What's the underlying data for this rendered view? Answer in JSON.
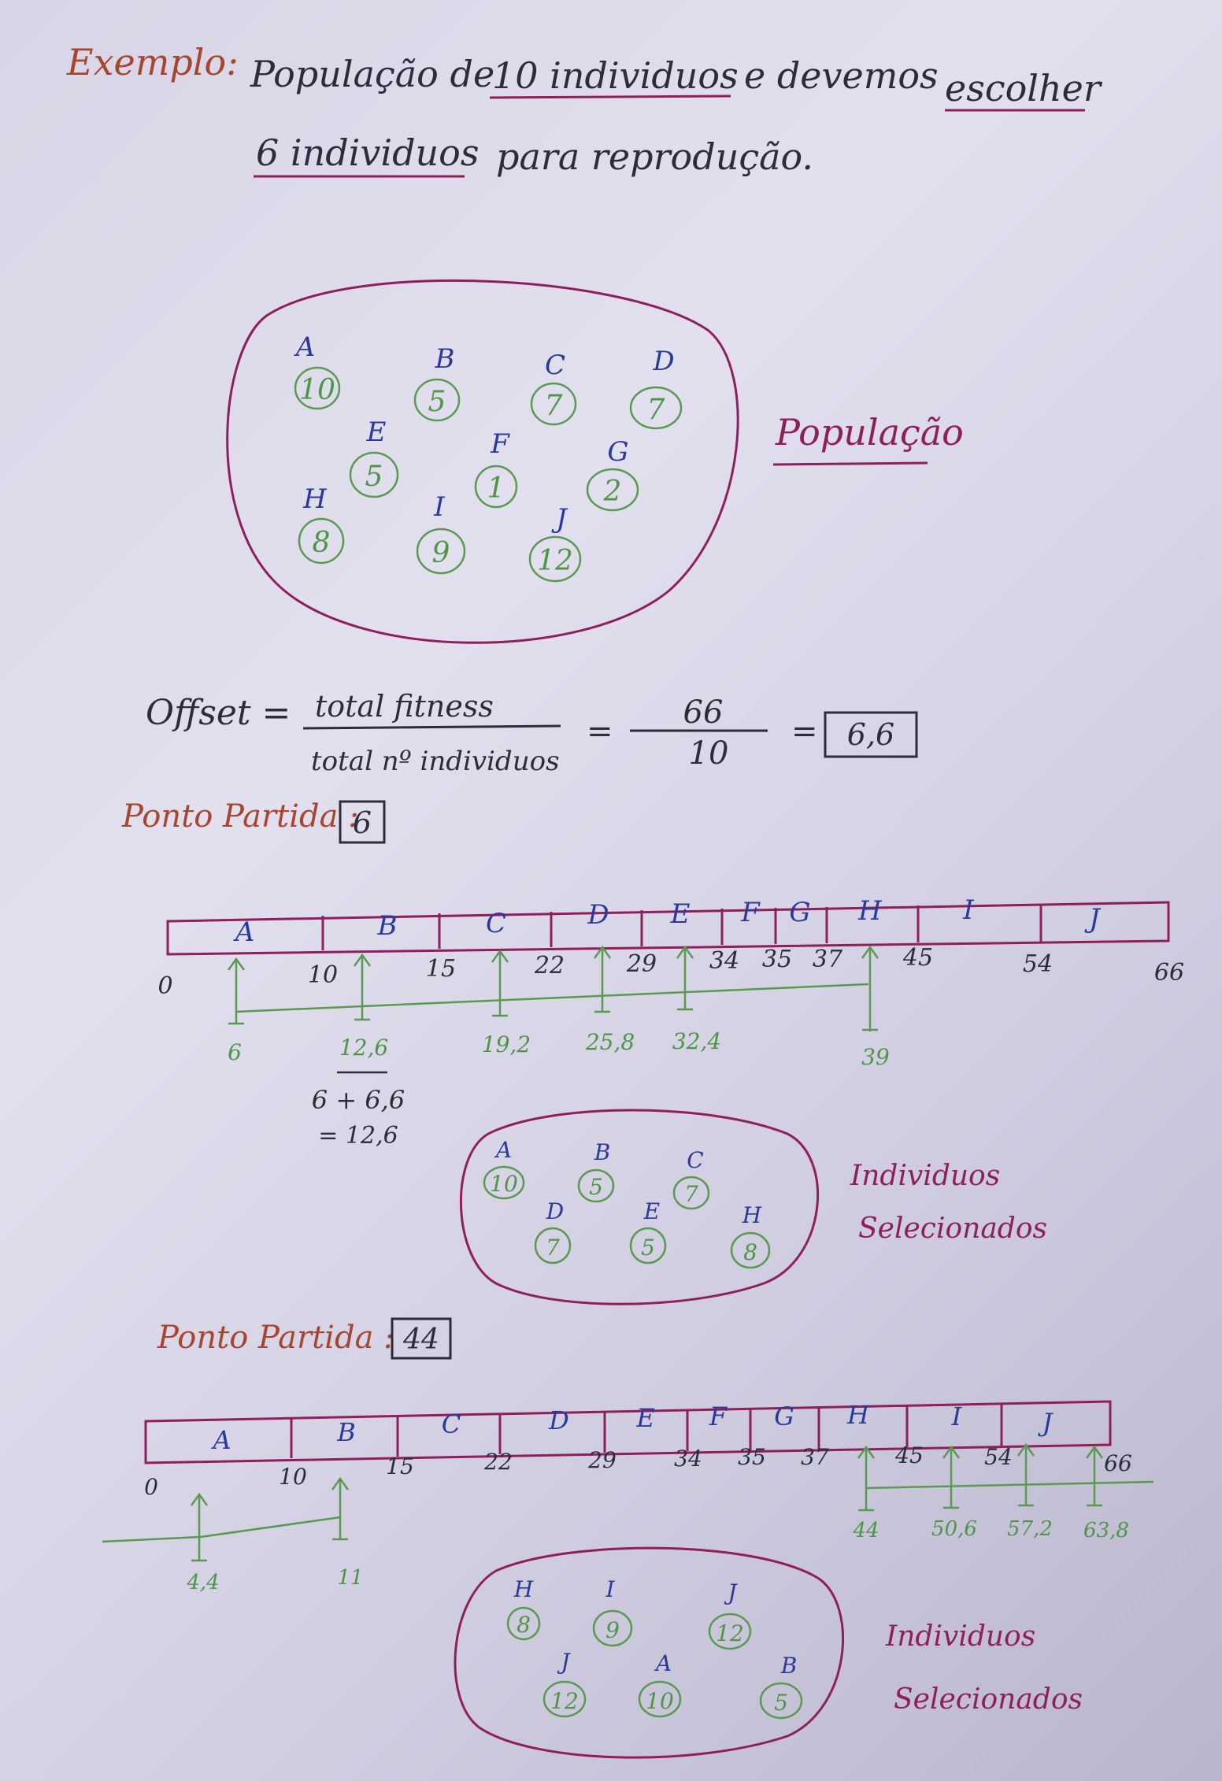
{
  "example": {
    "label": "Exemplo:",
    "line1_prefix": "População de",
    "line1_u1": "10 individuos",
    "line1_mid": "e devemos",
    "line1_u2": "escolher",
    "line2_u": "6 individuos",
    "line2_suffix": "para reprodução."
  },
  "population": {
    "label": "População",
    "members": [
      {
        "id": "A",
        "fitness": "10"
      },
      {
        "id": "B",
        "fitness": "5"
      },
      {
        "id": "C",
        "fitness": "7"
      },
      {
        "id": "D",
        "fitness": "7"
      },
      {
        "id": "E",
        "fitness": "5"
      },
      {
        "id": "F",
        "fitness": "1"
      },
      {
        "id": "G",
        "fitness": "2"
      },
      {
        "id": "H",
        "fitness": "8"
      },
      {
        "id": "I",
        "fitness": "9"
      },
      {
        "id": "J",
        "fitness": "12"
      }
    ]
  },
  "offset": {
    "label": "Offset =",
    "numerator": "total fitness",
    "denominator": "total nº individuos",
    "eq1": "=",
    "frac_num": "66",
    "frac_den": "10",
    "eq2": "=",
    "result": "6,6"
  },
  "run1": {
    "start_label": "Ponto Partida :",
    "start_value": "6",
    "segments": [
      "A",
      "B",
      "C",
      "D",
      "E",
      "F",
      "G",
      "H",
      "I",
      "J"
    ],
    "scale": [
      "0",
      "10",
      "15",
      "22",
      "29",
      "34",
      "35",
      "37",
      "45",
      "54",
      "66"
    ],
    "pointers": [
      "6",
      "12,6",
      "19,2",
      "25,8",
      "32,4",
      "39"
    ],
    "calc_line1": "6 + 6,6",
    "calc_line2": "= 12,6",
    "selected_label_1": "Individuos",
    "selected_label_2": "Selecionados",
    "selected": [
      {
        "id": "A",
        "fitness": "10"
      },
      {
        "id": "B",
        "fitness": "5"
      },
      {
        "id": "C",
        "fitness": "7"
      },
      {
        "id": "D",
        "fitness": "7"
      },
      {
        "id": "E",
        "fitness": "5"
      },
      {
        "id": "H",
        "fitness": "8"
      }
    ]
  },
  "run2": {
    "start_label": "Ponto Partida :",
    "start_value": "44",
    "segments": [
      "A",
      "B",
      "C",
      "D",
      "E",
      "F",
      "G",
      "H",
      "I",
      "J"
    ],
    "scale": [
      "0",
      "10",
      "15",
      "22",
      "29",
      "34",
      "35",
      "37",
      "45",
      "54",
      "66"
    ],
    "pointers": [
      "4,4",
      "11",
      "44",
      "50,6",
      "57,2",
      "63,8"
    ],
    "selected_label_1": "Individuos",
    "selected_label_2": "Selecionados",
    "selected": [
      {
        "id": "H",
        "fitness": "8"
      },
      {
        "id": "I",
        "fitness": "9"
      },
      {
        "id": "J",
        "fitness": "12"
      },
      {
        "id": "J",
        "fitness": "12"
      },
      {
        "id": "A",
        "fitness": "10"
      },
      {
        "id": "B",
        "fitness": "5"
      }
    ]
  }
}
